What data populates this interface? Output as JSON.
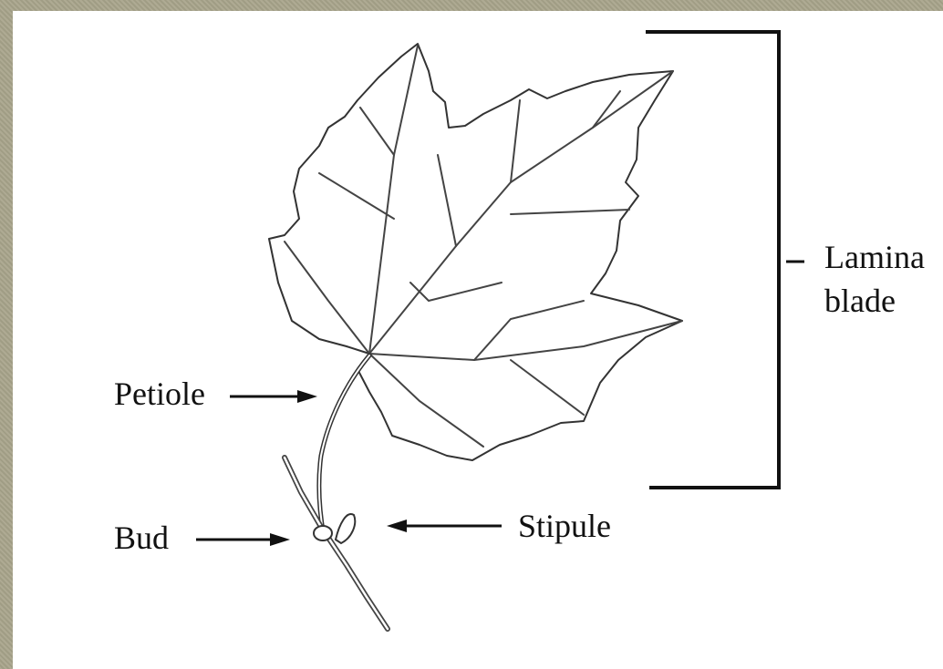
{
  "labels": {
    "petiole": "Petiole",
    "bud": "Bud",
    "stipule": "Stipule",
    "lamina": "Lamina",
    "blade": "blade"
  },
  "colors": {
    "background_border": "#a9a58c",
    "ink": "#111111"
  }
}
